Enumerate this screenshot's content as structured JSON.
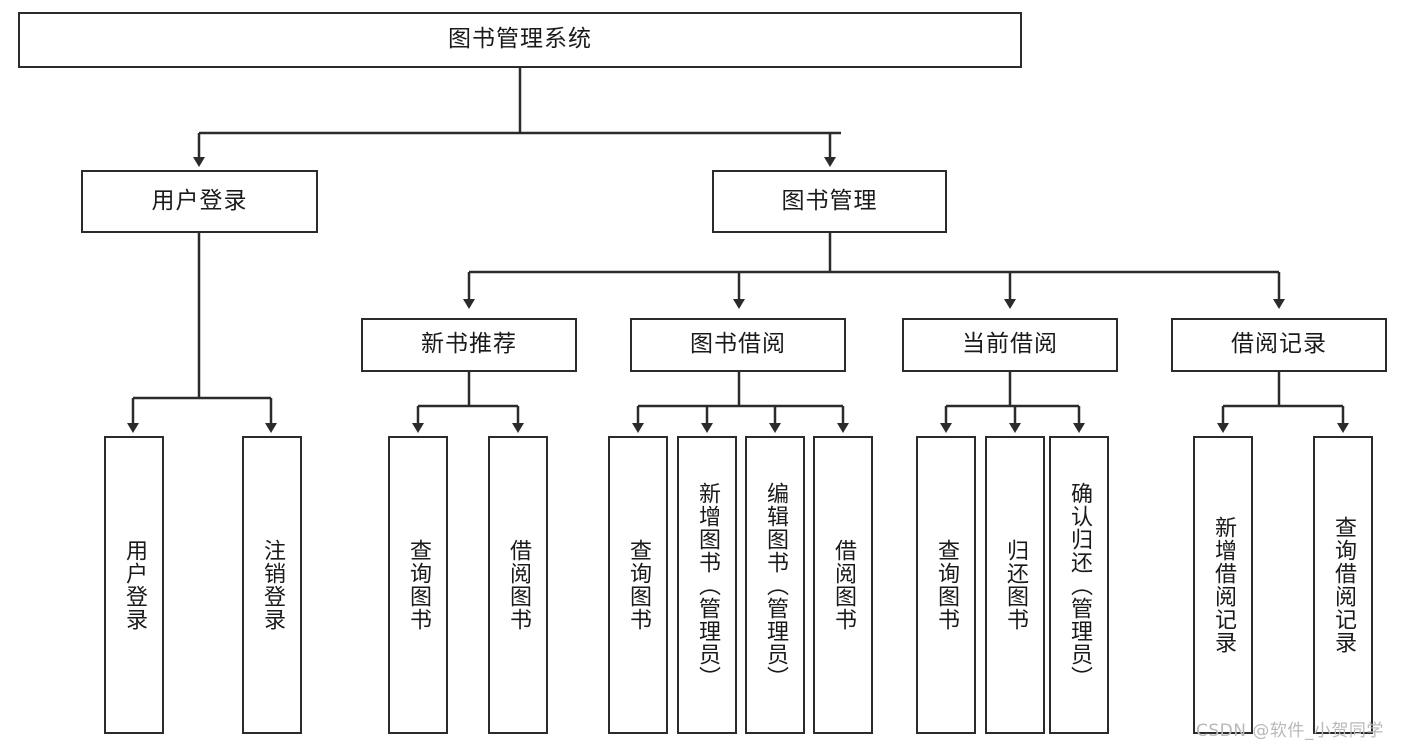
{
  "diagram": {
    "title": "图书管理系统",
    "type": "tree-hierarchy-diagram",
    "colors": {
      "stroke": "#2b2b2b",
      "fill": "#ffffff",
      "text": "#1a1a1a",
      "watermark": "#b9b9b9"
    },
    "root": {
      "label": "图书管理系统",
      "orientation": "horizontal"
    },
    "level2": [
      {
        "label": "用户登录",
        "orientation": "horizontal"
      },
      {
        "label": "图书管理",
        "orientation": "horizontal"
      }
    ],
    "level3": [
      {
        "label": "新书推荐",
        "orientation": "horizontal"
      },
      {
        "label": "图书借阅",
        "orientation": "horizontal"
      },
      {
        "label": "当前借阅",
        "orientation": "horizontal"
      },
      {
        "label": "借阅记录",
        "orientation": "horizontal"
      }
    ],
    "leaves": {
      "user_login": [
        {
          "label": "用户登录",
          "orientation": "vertical"
        },
        {
          "label": "注销登录",
          "orientation": "vertical"
        }
      ],
      "new_book_recommend": [
        {
          "label": "查询图书",
          "orientation": "vertical"
        },
        {
          "label": "借阅图书",
          "orientation": "vertical"
        }
      ],
      "book_borrow": [
        {
          "label": "查询图书",
          "orientation": "vertical"
        },
        {
          "label": "新增图书（管理员）",
          "orientation": "vertical"
        },
        {
          "label": "编辑图书（管理员）",
          "orientation": "vertical"
        },
        {
          "label": "借阅图书",
          "orientation": "vertical"
        }
      ],
      "current_borrow": [
        {
          "label": "查询图书",
          "orientation": "vertical"
        },
        {
          "label": "归还图书",
          "orientation": "vertical"
        },
        {
          "label": "确认归还（管理员）",
          "orientation": "vertical"
        }
      ],
      "borrow_record": [
        {
          "label": "新增借阅记录",
          "orientation": "vertical"
        },
        {
          "label": "查询借阅记录",
          "orientation": "vertical"
        }
      ]
    },
    "watermark": "CSDN @软件_小贺同学"
  }
}
